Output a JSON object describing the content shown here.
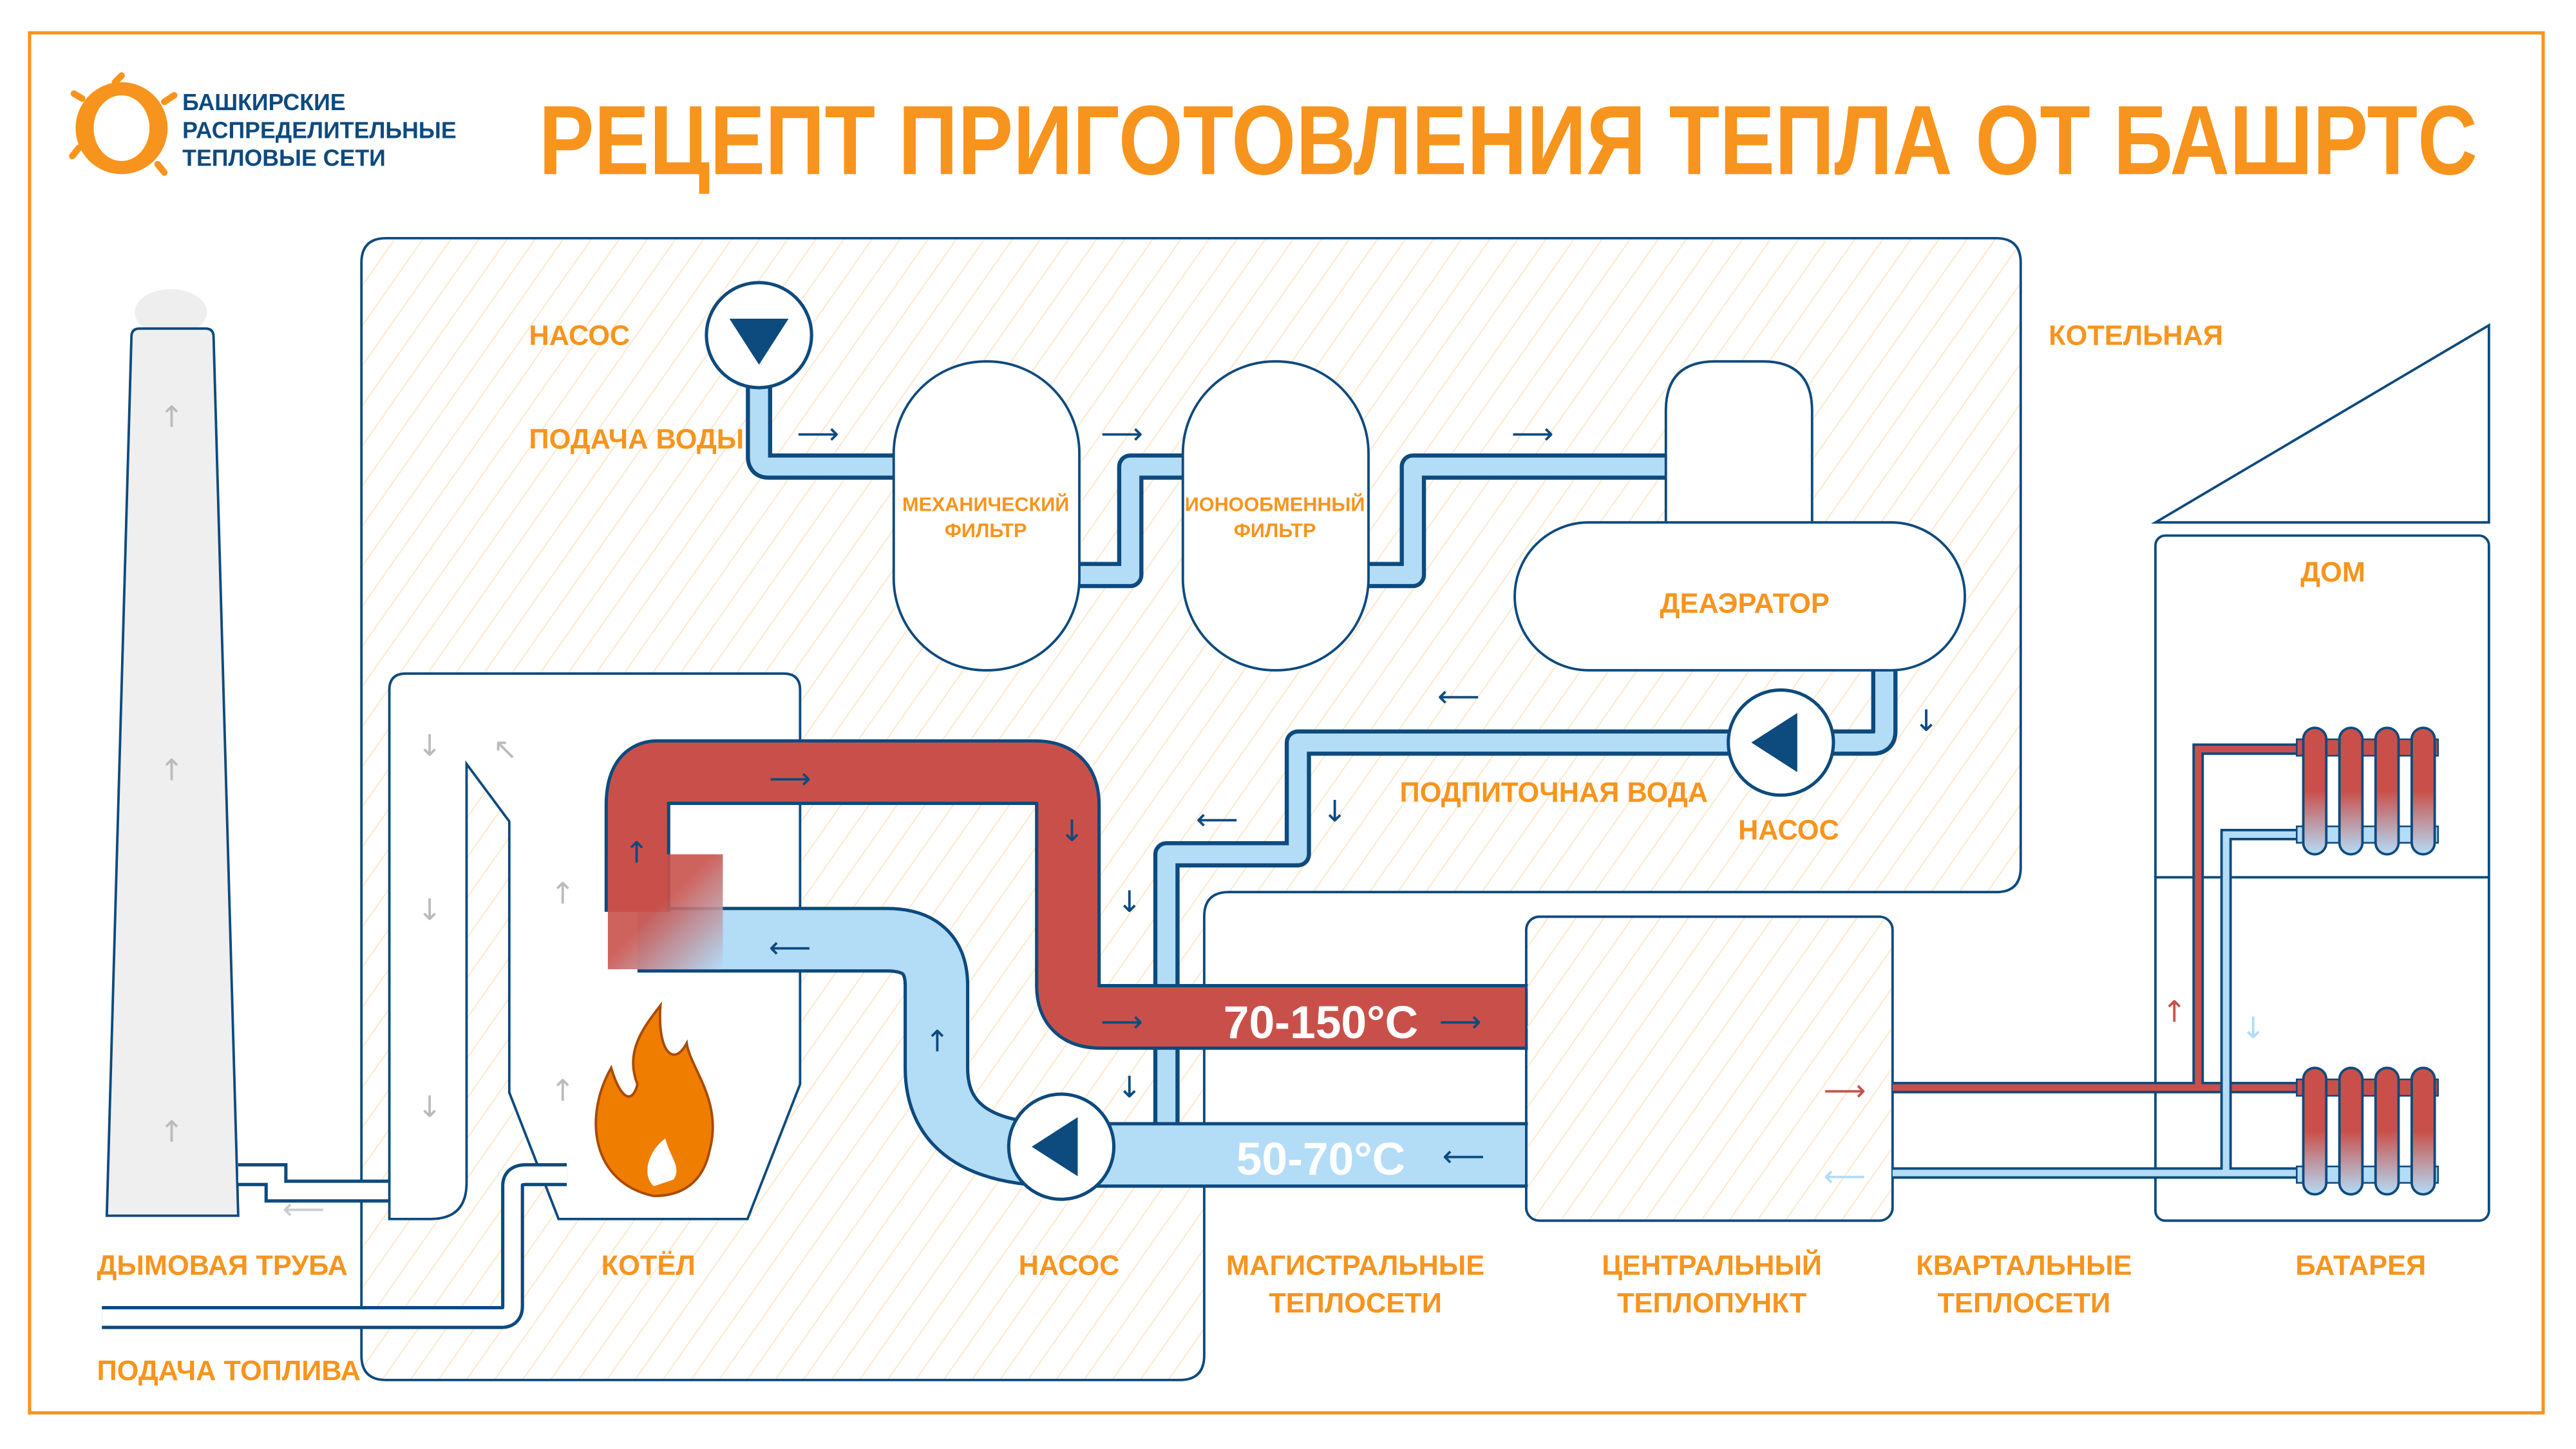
{
  "title": "РЕЦЕПТ ПРИГОТОВЛЕНИЯ ТЕПЛА ОТ БАШРТС",
  "logo": {
    "lines": [
      "БАШКИРСКИЕ",
      "РАСПРЕДЕЛИТЕЛЬНЫЕ",
      "ТЕПЛОВЫЕ СЕТИ"
    ]
  },
  "labels": {
    "pump_top": "НАСОС",
    "water_supply": "ПОДАЧА ВОДЫ",
    "mech_filter": [
      "МЕХАНИЧЕСКИЙ",
      "ФИЛЬТР"
    ],
    "ion_filter": [
      "ИОНООБМЕННЫЙ",
      "ФИЛЬТР"
    ],
    "deaerator": "ДЕАЭРАТОР",
    "boiler_room": "КОТЕЛЬНАЯ",
    "makeup_water": "ПОДПИТОЧНАЯ ВОДА",
    "pump_right": "НАСОС",
    "house": "ДОМ",
    "hot_temp": "70-150°C",
    "cold_temp": "50-70°C",
    "chimney": "ДЫМОВАЯ ТРУБА",
    "boiler": "КОТЁЛ",
    "pump_bottom": "НАСОС",
    "main_networks": [
      "МАГИСТРАЛЬНЫЕ",
      "ТЕПЛОСЕТИ"
    ],
    "central_unit": [
      "ЦЕНТРАЛЬНЫЙ",
      "ТЕПЛОПУНКТ"
    ],
    "quarter_networks": [
      "КВАРТАЛЬНЫЕ",
      "ТЕПЛОСЕТИ"
    ],
    "radiator": "БАТАРЕЯ",
    "fuel_supply": "ПОДАЧА ТОПЛИВА"
  },
  "colors": {
    "accent": "#f7941d",
    "navy": "#0d4a7e",
    "hot": "#c9504a",
    "cold": "#b3dcf7"
  }
}
